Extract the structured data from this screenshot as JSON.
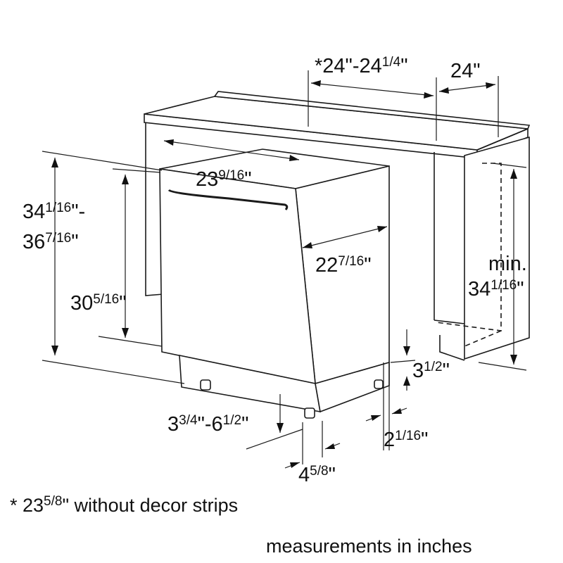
{
  "dimensions": {
    "cabinet_width": {
      "whole": "*24\"-24",
      "frac": "1/4",
      "end": "\""
    },
    "cabinet_depth": {
      "whole": "24\""
    },
    "unit_width": {
      "whole": "23",
      "frac": "9/16",
      "end": "\""
    },
    "unit_depth": {
      "whole": "22",
      "frac": "7/16",
      "end": "\""
    },
    "height_range_top": {
      "whole": "34",
      "frac": "1/16",
      "end": "\"-"
    },
    "height_range_bottom": {
      "whole": "36",
      "frac": "7/16",
      "end": "\""
    },
    "door_height": {
      "whole": "30",
      "frac": "5/16",
      "end": "\""
    },
    "min_label": "min.",
    "min_height": {
      "whole": "34",
      "frac": "1/16",
      "end": "\""
    },
    "toe_kick_height": {
      "whole": "3",
      "frac": "1/2",
      "end": "\""
    },
    "leg_adjust": {
      "a_whole": "3",
      "a_frac": "3/4",
      "mid": "\"-6",
      "b_frac": "1/2",
      "end": "\""
    },
    "side_gap": {
      "whole": "2",
      "frac": "1/16",
      "end": "\""
    },
    "foot_offset": {
      "whole": "4",
      "frac": "5/8",
      "end": "\""
    }
  },
  "footnote": {
    "star": "* 23",
    "frac": "5/8",
    "rest": "\" without decor strips"
  },
  "units_note": "measurements in inches"
}
